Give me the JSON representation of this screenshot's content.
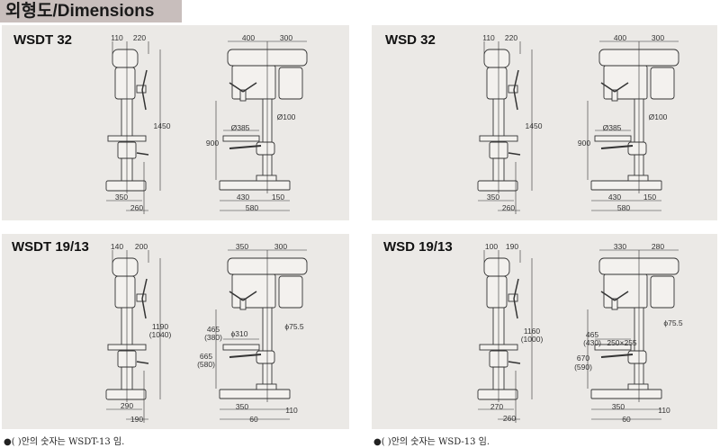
{
  "header": {
    "title": "외형도/Dimensions"
  },
  "panels": [
    {
      "model": "WSDT 32",
      "side": {
        "top_left": "110",
        "top_right": "220",
        "height": "1450",
        "base": "350",
        "offset": "260"
      },
      "front": {
        "top_left": "400",
        "top_right": "300",
        "column_dia": "Ø100",
        "table_dia": "Ø385",
        "spindle_to_base": "900",
        "base_left": "430",
        "base_right": "150",
        "base_total": "580"
      }
    },
    {
      "model": "WSD 32",
      "side": {
        "top_left": "110",
        "top_right": "220",
        "height": "1450",
        "base": "350",
        "offset": "260"
      },
      "front": {
        "top_left": "400",
        "top_right": "300",
        "column_dia": "Ø100",
        "table_dia": "Ø385",
        "spindle_to_base": "900",
        "base_left": "430",
        "base_right": "150",
        "base_total": "580"
      }
    },
    {
      "model": "WSDT 19/13",
      "side": {
        "top_left": "140",
        "top_right": "200",
        "height": "1190",
        "height_alt": "(1040)",
        "base": "290",
        "offset": "190"
      },
      "front": {
        "top_left": "350",
        "top_right": "300",
        "column_dia": "ϕ75.5",
        "table_dia": "ϕ310",
        "spindle_to_table": "465",
        "spindle_to_table_alt": "(380)",
        "spindle_to_base": "665",
        "spindle_to_base_alt": "(580)",
        "base_left": "350",
        "base_right": "110",
        "base_total": "60"
      }
    },
    {
      "model": "WSD 19/13",
      "side": {
        "top_left": "100",
        "top_right": "190",
        "height": "1160",
        "height_alt": "(1000)",
        "base": "270",
        "offset": "260"
      },
      "front": {
        "top_left": "330",
        "top_right": "280",
        "column_dia": "ϕ75.5",
        "table_size": "250×255",
        "spindle_to_table": "465",
        "spindle_to_table_alt": "(430)",
        "spindle_to_base": "670",
        "spindle_to_base_alt": "(590)",
        "base_left": "350",
        "base_right": "110",
        "base_total": "60"
      }
    }
  ],
  "notes": [
    "●(    )안의 숫자는 WSDT-13 임.",
    "●(    )안의 숫자는 WSD-13 임."
  ]
}
